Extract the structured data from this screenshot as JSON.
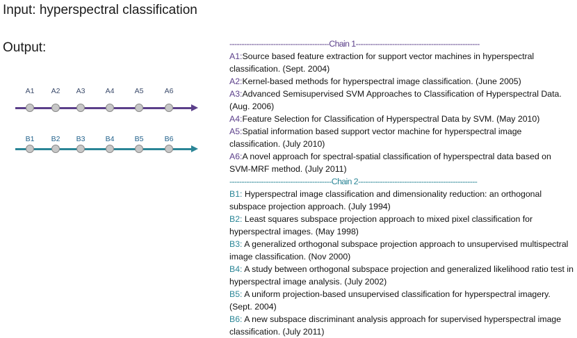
{
  "input_line": "Input: hyperspectral classification",
  "output_label": "Output:",
  "chains": [
    {
      "color": "#5b3f8a",
      "label_color": "#3a4a6a",
      "separator": "-----------------------------------------Chain 1---------------------------------------------------",
      "nodes": [
        "A1",
        "A2",
        "A3",
        "A4",
        "A5",
        "A6"
      ],
      "refs": [
        {
          "id": "A1:",
          "text": "Source based feature extraction for support vector machines in hyperspectral classification. (Sept. 2004)"
        },
        {
          "id": "A2:",
          "text": "Kernel-based methods for hyperspectral image classification. (June 2005)"
        },
        {
          "id": "A3:",
          "text": "Advanced Semisupervised SVM Approaches to Classification of Hyperspectral Data. (Aug. 2006)"
        },
        {
          "id": "A4:",
          "text": "Feature Selection for Classification of Hyperspectral Data by SVM. (May 2010)"
        },
        {
          "id": "A5:",
          "text": "Spatial information based support vector machine for hyperspectral image classification. (July 2010)"
        },
        {
          "id": "A6:",
          "text": "A novel approach for spectral-spatial classification of hyperspectral data based on SVM-MRF method. (July 2011)"
        }
      ]
    },
    {
      "color": "#2a8596",
      "label_color": "#1e5f8a",
      "separator": "------------------------------------------Chain 2-------------------------------------------------",
      "nodes": [
        "B1",
        "B2",
        "B3",
        "B4",
        "B5",
        "B6"
      ],
      "refs": [
        {
          "id": "B1:",
          "text": " Hyperspectral image classification and dimensionality reduction: an orthogonal subspace projection approach. (July 1994)"
        },
        {
          "id": "B2:",
          "text": " Least squares subspace projection approach to mixed pixel classification for hyperspectral images. (May 1998)"
        },
        {
          "id": "B3:",
          "text": " A generalized orthogonal subspace projection approach to unsupervised multispectral image classification. (Nov 2000)"
        },
        {
          "id": "B4:",
          "text": " A study between orthogonal subspace projection and generalized likelihood ratio test in hyperspectral image analysis. (July 2002)"
        },
        {
          "id": "B5:",
          "text": " A uniform projection-based unsupervised classification for hyperspectral imagery. (Sept. 2004)"
        },
        {
          "id": "B6:",
          "text": " A new subspace discriminant analysis approach for supervised hyperspectral image classification. (July 2011)"
        }
      ]
    }
  ]
}
